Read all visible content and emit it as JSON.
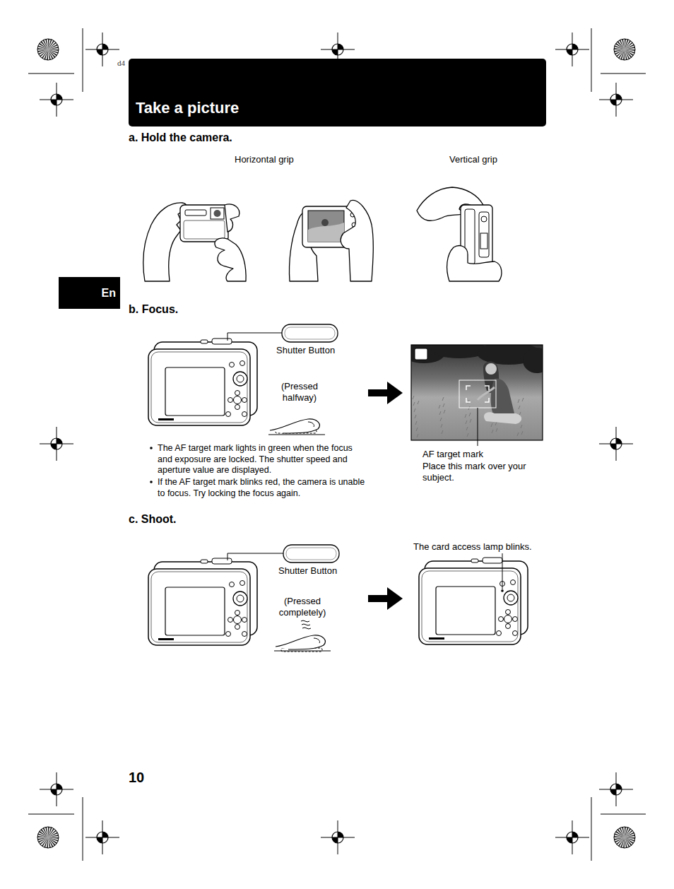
{
  "diagram": {
    "title": "Take a picture",
    "nodes": [
      {
        "text": [
          "En"
        ]
      }
    ],
    "labels": [
      "d4",
      "a. Hold the camera.",
      "Horizontal grip",
      "Vertical grip",
      "b. Focus.",
      "Shutter Button",
      "(Pressed halfway)",
      "The AF target mark lights in green when the focus and exposure are locked. The shutter speed and aperture value are displayed.",
      "If the AF target mark blinks red, the camera is unable to focus. Try locking the focus again.",
      "AF target mark",
      "Place this mark over your subject.",
      "c. Shoot.",
      "The card access lamp blinks.",
      "Shutter Button",
      "(Pressed completely)",
      "10"
    ]
  }
}
